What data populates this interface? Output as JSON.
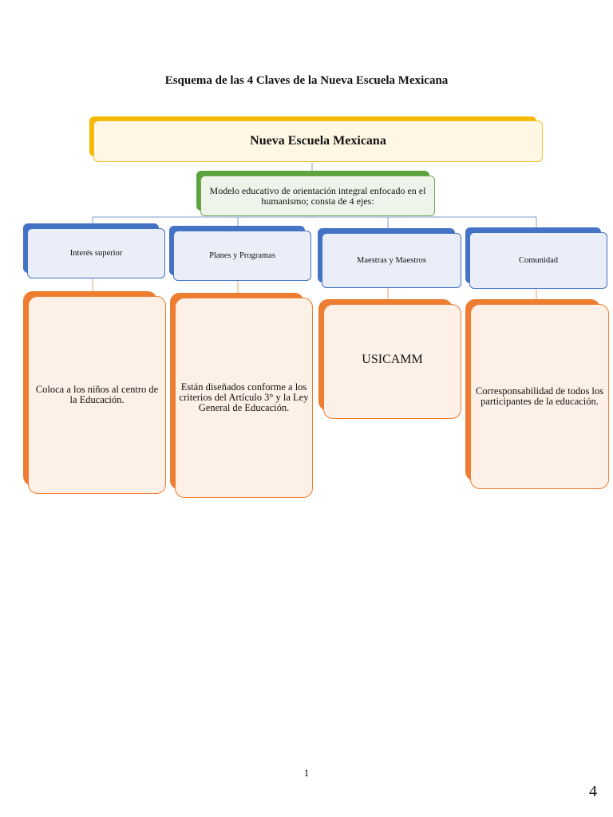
{
  "title": "Esquema de las 4 Claves de la Nueva Escuela Mexicana",
  "root": {
    "label": "Nueva Escuela Mexicana"
  },
  "model": {
    "label": "Modelo educativo de orientación integral enfocado en el humanismo; consta de 4 ejes:"
  },
  "axes": [
    {
      "label": "Interés superior",
      "detail": "Coloca a los niños al centro de la Educación."
    },
    {
      "label": "Planes y Programas",
      "detail": "Están diseñados conforme a los criterios del Artículo 3° y la Ley General de Educación."
    },
    {
      "label": "Maestras y Maestros",
      "detail": "USICAMM"
    },
    {
      "label": "Comunidad",
      "detail": "Corresponsabilidad de todos los participantes de la educación."
    }
  ],
  "footer": {
    "page_number": "1",
    "corner_number": "4"
  },
  "colors": {
    "root": "#f5b800",
    "model": "#6aa84f",
    "axis": "#4472c4",
    "detail": "#ed7d31"
  }
}
